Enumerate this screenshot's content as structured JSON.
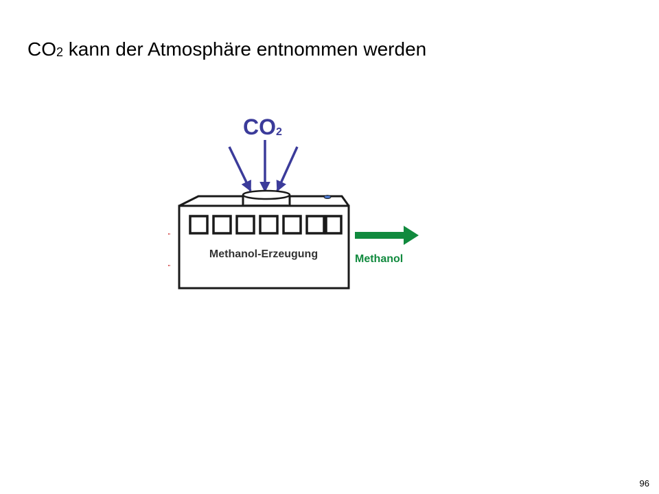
{
  "title": {
    "main": "CO",
    "subscript": "2",
    "rest": " kann der Atmosphäre entnommen werden"
  },
  "diagram": {
    "input_label": "CO",
    "input_label_sub": "2",
    "plant_label": "Methanol-Erzeugung",
    "output_label": "Methanol",
    "colors": {
      "co2": "#3b3b9a",
      "methanol": "#118a3e",
      "outline": "#1a1a1a",
      "stray_marks": "#d04040"
    }
  },
  "page_number": "96"
}
